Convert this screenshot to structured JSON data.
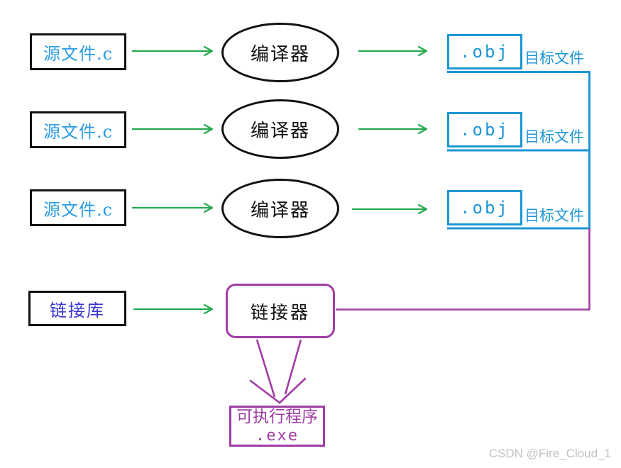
{
  "colors": {
    "arrow_green": "#26A94F",
    "obj_blue": "#1C96D6",
    "source_text_blue": "#299BE4",
    "library_text_indigo": "#3939CE",
    "linker_purple": "#A13DA5",
    "black_border": "#111111",
    "watermark_gray": "#C2C2C2"
  },
  "rows": [
    {
      "source_label": "源文件.c",
      "compiler_label": "编译器",
      "obj_label": ".obj",
      "target_label": "目标文件"
    },
    {
      "source_label": "源文件.c",
      "compiler_label": "编译器",
      "obj_label": ".obj",
      "target_label": "目标文件"
    },
    {
      "source_label": "源文件.c",
      "compiler_label": "编译器",
      "obj_label": ".obj",
      "target_label": "目标文件"
    }
  ],
  "linker_row": {
    "library_label": "链接库",
    "linker_label": "链接器"
  },
  "executable": {
    "line1": "可执行程序",
    "line2": ".exe"
  },
  "watermark": "CSDN @Fire_Cloud_1"
}
